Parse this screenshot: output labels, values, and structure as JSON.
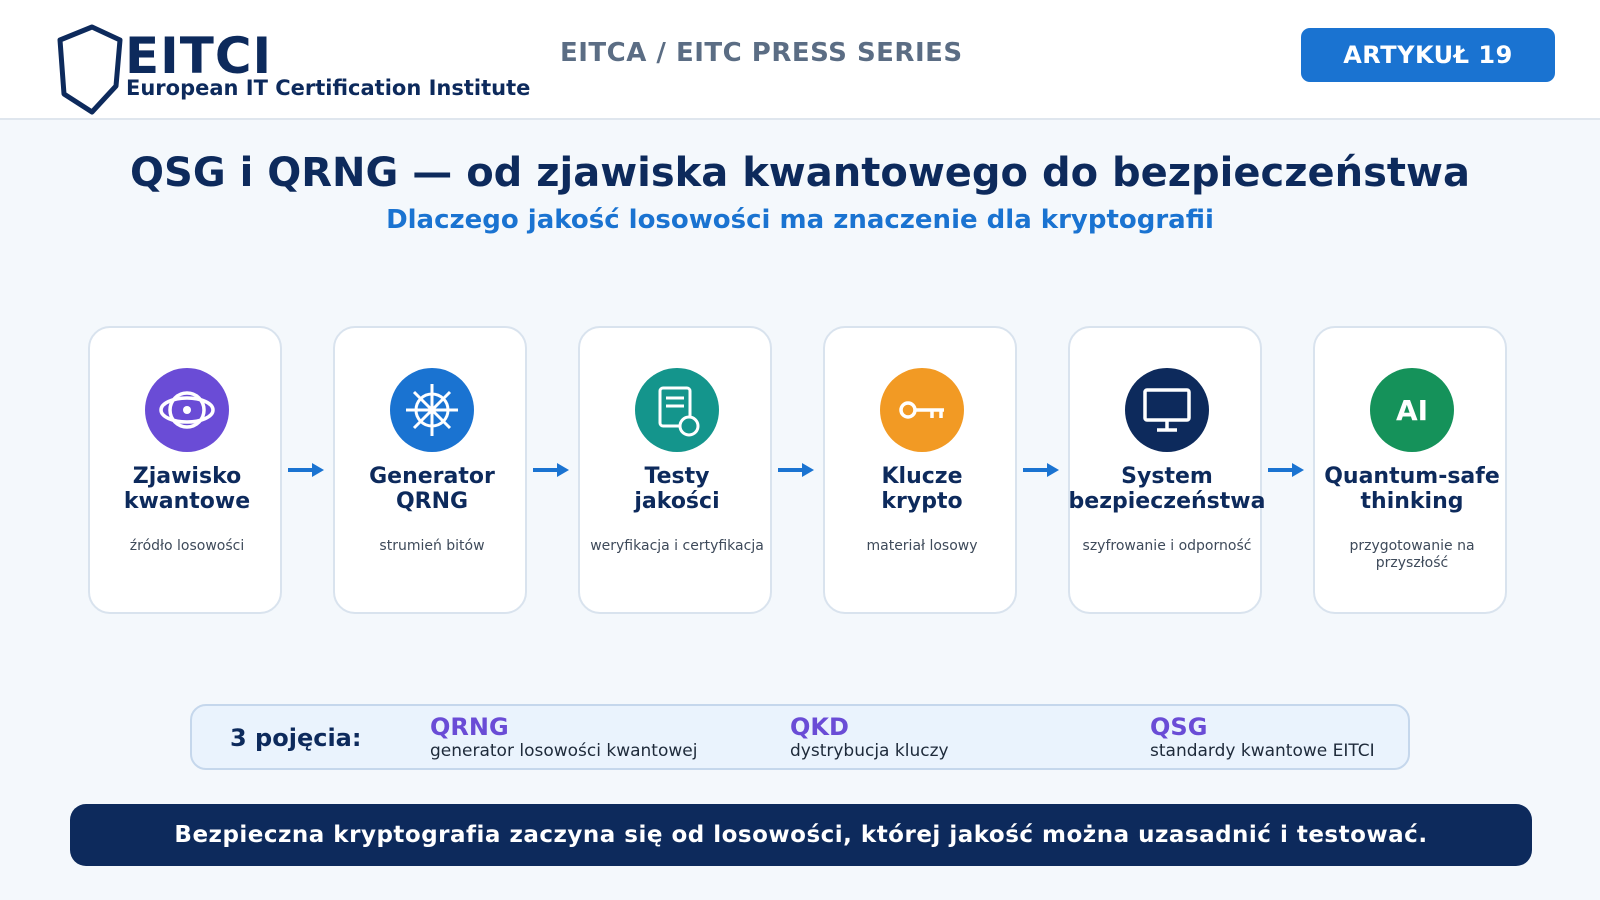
{
  "header": {
    "logo_text": "EITCI",
    "logo_sub": "European IT Certification Institute",
    "series": "EITCA / EITC PRESS SERIES",
    "badge": "ARTYKUŁ 19"
  },
  "title": "QSG i QRNG — od zjawiska kwantowego do bezpieczeństwa",
  "subtitle": "Dlaczego jakość losowości ma znaczenie dla kryptografii",
  "flow": [
    {
      "name_line1": "Zjawisko",
      "name_line2": "kwantowe",
      "desc": "źródło losowości",
      "icon": "orbit-icon",
      "color": "#6a4cd6"
    },
    {
      "name_line1": "Generator",
      "name_line2": "QRNG",
      "desc": "strumień bitów",
      "icon": "wheel-icon",
      "color": "#1a73d1"
    },
    {
      "name_line1": "Testy",
      "name_line2": "jakości",
      "desc": "weryfikacja i certyfikacja",
      "icon": "certificate-icon",
      "color": "#14958c"
    },
    {
      "name_line1": "Klucze",
      "name_line2": "krypto",
      "desc": "materiał losowy",
      "icon": "key-icon",
      "color": "#f29a24"
    },
    {
      "name_line1": "System",
      "name_line2": "bezpieczeństwa",
      "desc": "szyfrowanie i odporność",
      "icon": "monitor-icon",
      "color": "#0d2a5c"
    },
    {
      "name_line1": "Quantum-safe",
      "name_line2": "thinking",
      "desc": "przygotowanie na przyszłość",
      "icon": "ai-icon",
      "icon_text": "AI",
      "color": "#15925a"
    }
  ],
  "concepts": {
    "label": "3 pojęcia:",
    "items": [
      {
        "term": "QRNG",
        "def": "generator losowości kwantowej"
      },
      {
        "term": "QKD",
        "def": "dystrybucja kluczy"
      },
      {
        "term": "QSG",
        "def": "standardy kwantowe EITCI"
      }
    ]
  },
  "footer": "Bezpieczna kryptografia zaczyna się od losowości, której jakość można uzasadnić i testować."
}
